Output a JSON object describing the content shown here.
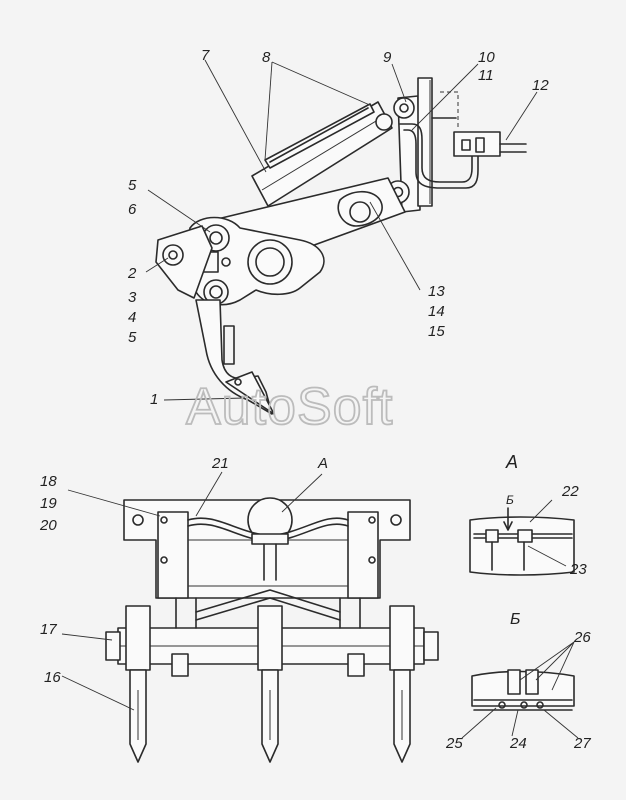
{
  "labels": {
    "l1": "1",
    "l2": "2",
    "l3": "3",
    "l4": "4",
    "l5a": "5",
    "l5b": "5",
    "l6": "6",
    "l7": "7",
    "l8": "8",
    "l9": "9",
    "l10": "10",
    "l11": "11",
    "l12": "12",
    "l13": "13",
    "l14": "14",
    "l15": "15",
    "l16": "16",
    "l17": "17",
    "l18": "18",
    "l19": "19",
    "l20": "20",
    "l21": "21",
    "l22": "22",
    "l23": "23",
    "l24": "24",
    "l25": "25",
    "l26": "26",
    "l27": "27"
  },
  "views": {
    "a_marker": "А",
    "a_title": "А",
    "b_marker": "Б",
    "b_title": "Б"
  },
  "watermark": "AutoSoft"
}
